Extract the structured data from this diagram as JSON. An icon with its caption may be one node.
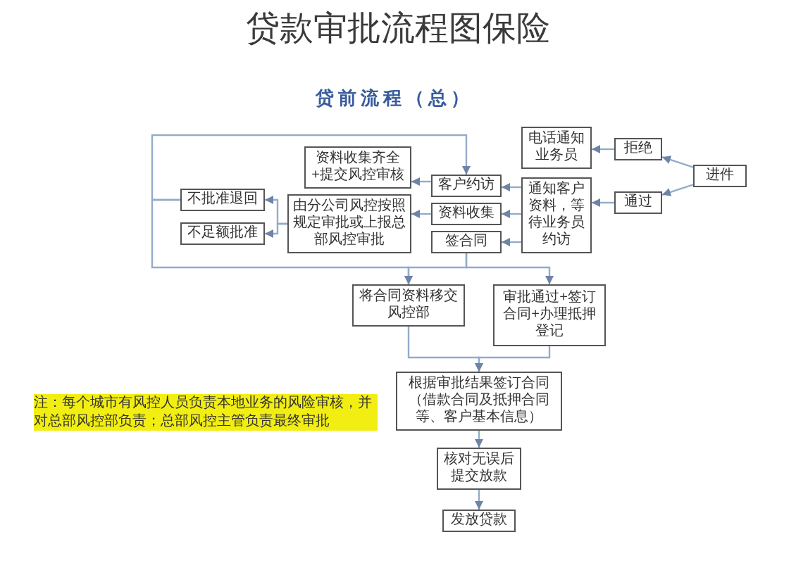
{
  "diagram": {
    "title": "贷款审批流程图保险",
    "nodes": [
      {
        "text": [
          "进件"
        ]
      },
      {
        "text": [
          "拒绝"
        ]
      },
      {
        "text": [
          "通过"
        ]
      },
      {
        "text": [
          "电话通知业务员"
        ]
      },
      {
        "text": [
          "通知客户资料，等待业务员约访"
        ]
      },
      {
        "text": [
          "客户约访"
        ]
      },
      {
        "text": [
          "资料收集"
        ]
      },
      {
        "text": [
          "签合同"
        ]
      },
      {
        "text": [
          "资料收集齐全+提交风控审核"
        ]
      },
      {
        "text": [
          "由分公司风控按照规定审批或上报总部风控审批"
        ]
      },
      {
        "text": [
          "不批准退回"
        ]
      },
      {
        "text": [
          "不足额批准"
        ]
      },
      {
        "text": [
          "审批通过+签订合同+办理抵押登记"
        ]
      },
      {
        "text": [
          "将合同资料移交风控部"
        ]
      },
      {
        "text": [
          "根据审批结果签订合同（借款合同及抵押合同等、客户基本信息）"
        ]
      },
      {
        "text": [
          "核对无误后提交放款"
        ]
      },
      {
        "text": [
          "发放贷款"
        ]
      }
    ],
    "edges": [
      {
        "from": 0,
        "to": 1,
        "arrow": "to"
      },
      {
        "from": 0,
        "to": 2,
        "arrow": "to"
      },
      {
        "from": 1,
        "to": 3,
        "arrow": "to"
      },
      {
        "from": 2,
        "to": 4,
        "arrow": "to"
      },
      {
        "from": 4,
        "to": 5,
        "arrow": "to"
      },
      {
        "from": 4,
        "to": 6,
        "arrow": "to"
      },
      {
        "from": 4,
        "to": 7,
        "arrow": "to"
      },
      {
        "from": 5,
        "to": 8,
        "arrow": "to"
      },
      {
        "from": 6,
        "to": 9,
        "arrow": "to"
      },
      {
        "from": 9,
        "to": 10,
        "arrow": "to"
      },
      {
        "from": 9,
        "to": 11,
        "arrow": "to"
      },
      {
        "from": 10,
        "to": 5,
        "arrow": "to"
      },
      {
        "from": 10,
        "to": 13,
        "arrow": "to"
      },
      {
        "from": 7,
        "to": 13,
        "arrow": "to"
      },
      {
        "from": 7,
        "to": 12,
        "arrow": "to"
      },
      {
        "from": 13,
        "to": 14,
        "arrow": "to"
      },
      {
        "from": 12,
        "to": 14,
        "arrow": "to"
      },
      {
        "from": 14,
        "to": 15,
        "arrow": "to"
      },
      {
        "from": 15,
        "to": 16,
        "arrow": "to"
      }
    ],
    "labels": [
      "贷前流程（总）",
      "注：每个城市有风控人员负责本地业务的风险审核，并对总部风控部负责；总部风控主管负责最终审批"
    ]
  }
}
